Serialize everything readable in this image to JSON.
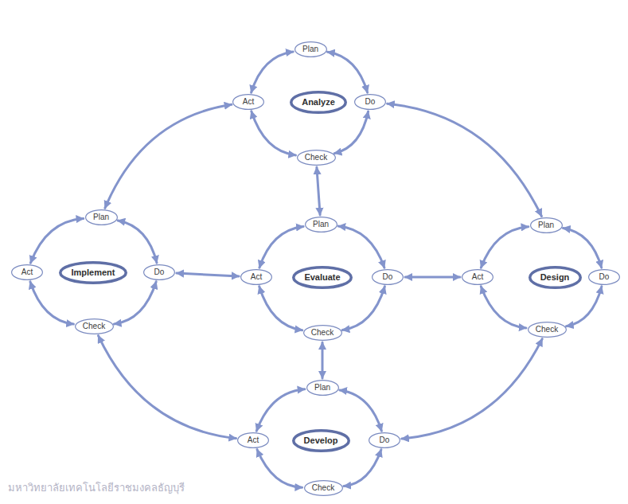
{
  "diagram": {
    "nodes": [
      {
        "text": [
          "Plan"
        ]
      },
      {
        "text": [
          "Act"
        ]
      },
      {
        "text": [
          "Analyze"
        ]
      },
      {
        "text": [
          "Do"
        ]
      },
      {
        "text": [
          "Check"
        ]
      },
      {
        "text": [
          "Plan"
        ]
      },
      {
        "text": [
          "Act"
        ]
      },
      {
        "text": [
          "Implement"
        ]
      },
      {
        "text": [
          "Do"
        ]
      },
      {
        "text": [
          "Check"
        ]
      },
      {
        "text": [
          "Plan"
        ]
      },
      {
        "text": [
          "Act"
        ]
      },
      {
        "text": [
          "Evaluate"
        ]
      },
      {
        "text": [
          "Do"
        ]
      },
      {
        "text": [
          "Check"
        ]
      },
      {
        "text": [
          "Plan"
        ]
      },
      {
        "text": [
          "Act"
        ]
      },
      {
        "text": [
          "Design"
        ]
      },
      {
        "text": [
          "Do"
        ]
      },
      {
        "text": [
          "Check"
        ]
      },
      {
        "text": [
          "Plan"
        ]
      },
      {
        "text": [
          "Act"
        ]
      },
      {
        "text": [
          "Develop"
        ]
      },
      {
        "text": [
          "Do"
        ]
      },
      {
        "text": [
          "Check"
        ]
      }
    ],
    "edges": [
      {
        "from": 0,
        "to": 3,
        "arrow": "both"
      },
      {
        "from": 3,
        "to": 4,
        "arrow": "both"
      },
      {
        "from": 4,
        "to": 1,
        "arrow": "both"
      },
      {
        "from": 1,
        "to": 0,
        "arrow": "both"
      },
      {
        "from": 5,
        "to": 8,
        "arrow": "both"
      },
      {
        "from": 8,
        "to": 9,
        "arrow": "both"
      },
      {
        "from": 9,
        "to": 6,
        "arrow": "both"
      },
      {
        "from": 6,
        "to": 5,
        "arrow": "both"
      },
      {
        "from": 10,
        "to": 13,
        "arrow": "both"
      },
      {
        "from": 13,
        "to": 14,
        "arrow": "both"
      },
      {
        "from": 14,
        "to": 11,
        "arrow": "both"
      },
      {
        "from": 11,
        "to": 10,
        "arrow": "both"
      },
      {
        "from": 15,
        "to": 18,
        "arrow": "both"
      },
      {
        "from": 18,
        "to": 19,
        "arrow": "both"
      },
      {
        "from": 19,
        "to": 16,
        "arrow": "both"
      },
      {
        "from": 16,
        "to": 15,
        "arrow": "both"
      },
      {
        "from": 20,
        "to": 23,
        "arrow": "both"
      },
      {
        "from": 23,
        "to": 24,
        "arrow": "both"
      },
      {
        "from": 24,
        "to": 21,
        "arrow": "both"
      },
      {
        "from": 21,
        "to": 20,
        "arrow": "both"
      },
      {
        "from": 4,
        "to": 10,
        "arrow": "both"
      },
      {
        "from": 14,
        "to": 20,
        "arrow": "both"
      },
      {
        "from": 8,
        "to": 11,
        "arrow": "both"
      },
      {
        "from": 13,
        "to": 16,
        "arrow": "both"
      },
      {
        "from": 1,
        "to": 5,
        "arrow": "both"
      },
      {
        "from": 3,
        "to": 15,
        "arrow": "both"
      },
      {
        "from": 9,
        "to": 21,
        "arrow": "both"
      },
      {
        "from": 23,
        "to": 19,
        "arrow": "both"
      }
    ],
    "labels": [
      "มหาวิทยาลัยเทคโนโลยีราชมงคลธัญบุรี"
    ]
  }
}
